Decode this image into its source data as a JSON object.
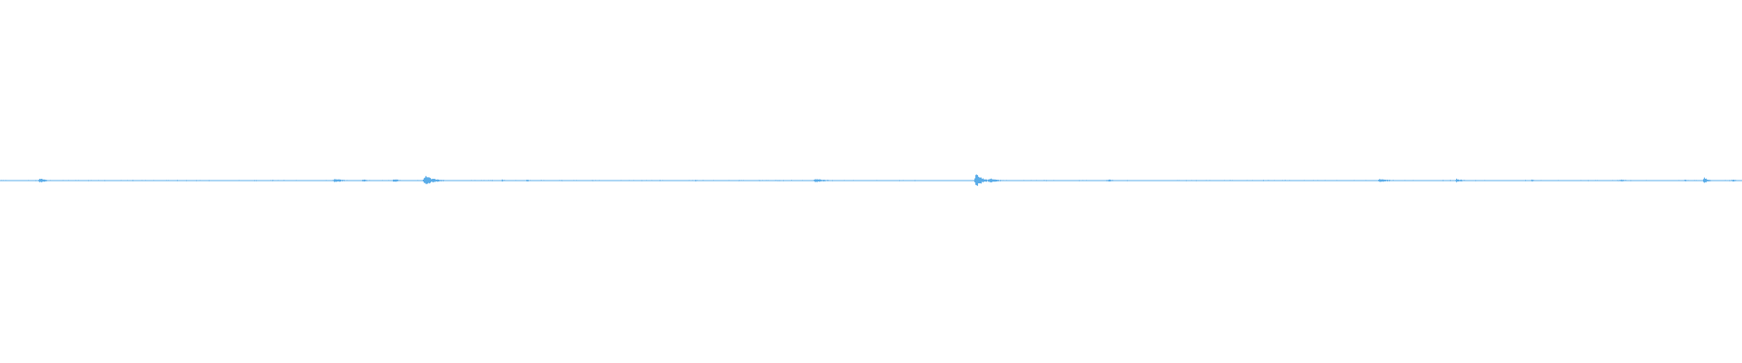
{
  "waveform": {
    "wave_color": "#5aace8",
    "background_color": "#ffffff",
    "amplitude_bursts": [
      {
        "position": 0.0228,
        "span": 0.009,
        "amplitude": 0.2
      },
      {
        "position": 0.122,
        "span": 0.005,
        "amplitude": 0.05
      },
      {
        "position": 0.192,
        "span": 0.011,
        "amplitude": 0.16
      },
      {
        "position": 0.208,
        "span": 0.006,
        "amplitude": 0.12
      },
      {
        "position": 0.226,
        "span": 0.008,
        "amplitude": 0.14
      },
      {
        "position": 0.244,
        "span": 0.011,
        "amplitude": 0.4
      },
      {
        "position": 0.288,
        "span": 0.006,
        "amplitude": 0.1
      },
      {
        "position": 0.302,
        "span": 0.009,
        "amplitude": 0.08
      },
      {
        "position": 0.399,
        "span": 0.005,
        "amplitude": 0.07
      },
      {
        "position": 0.468,
        "span": 0.015,
        "amplitude": 0.14
      },
      {
        "position": 0.516,
        "span": 0.004,
        "amplitude": 0.06
      },
      {
        "position": 0.56,
        "span": 0.007,
        "amplitude": 0.65
      },
      {
        "position": 0.568,
        "span": 0.011,
        "amplitude": 0.2
      },
      {
        "position": 0.636,
        "span": 0.014,
        "amplitude": 0.1
      },
      {
        "position": 0.792,
        "span": 0.016,
        "amplitude": 0.14
      },
      {
        "position": 0.836,
        "span": 0.008,
        "amplitude": 0.16
      },
      {
        "position": 0.879,
        "span": 0.006,
        "amplitude": 0.09
      },
      {
        "position": 0.93,
        "span": 0.01,
        "amplitude": 0.1
      },
      {
        "position": 0.967,
        "span": 0.006,
        "amplitude": 0.08
      },
      {
        "position": 0.978,
        "span": 0.005,
        "amplitude": 0.3
      },
      {
        "position": 0.994,
        "span": 0.006,
        "amplitude": 0.1
      }
    ]
  }
}
